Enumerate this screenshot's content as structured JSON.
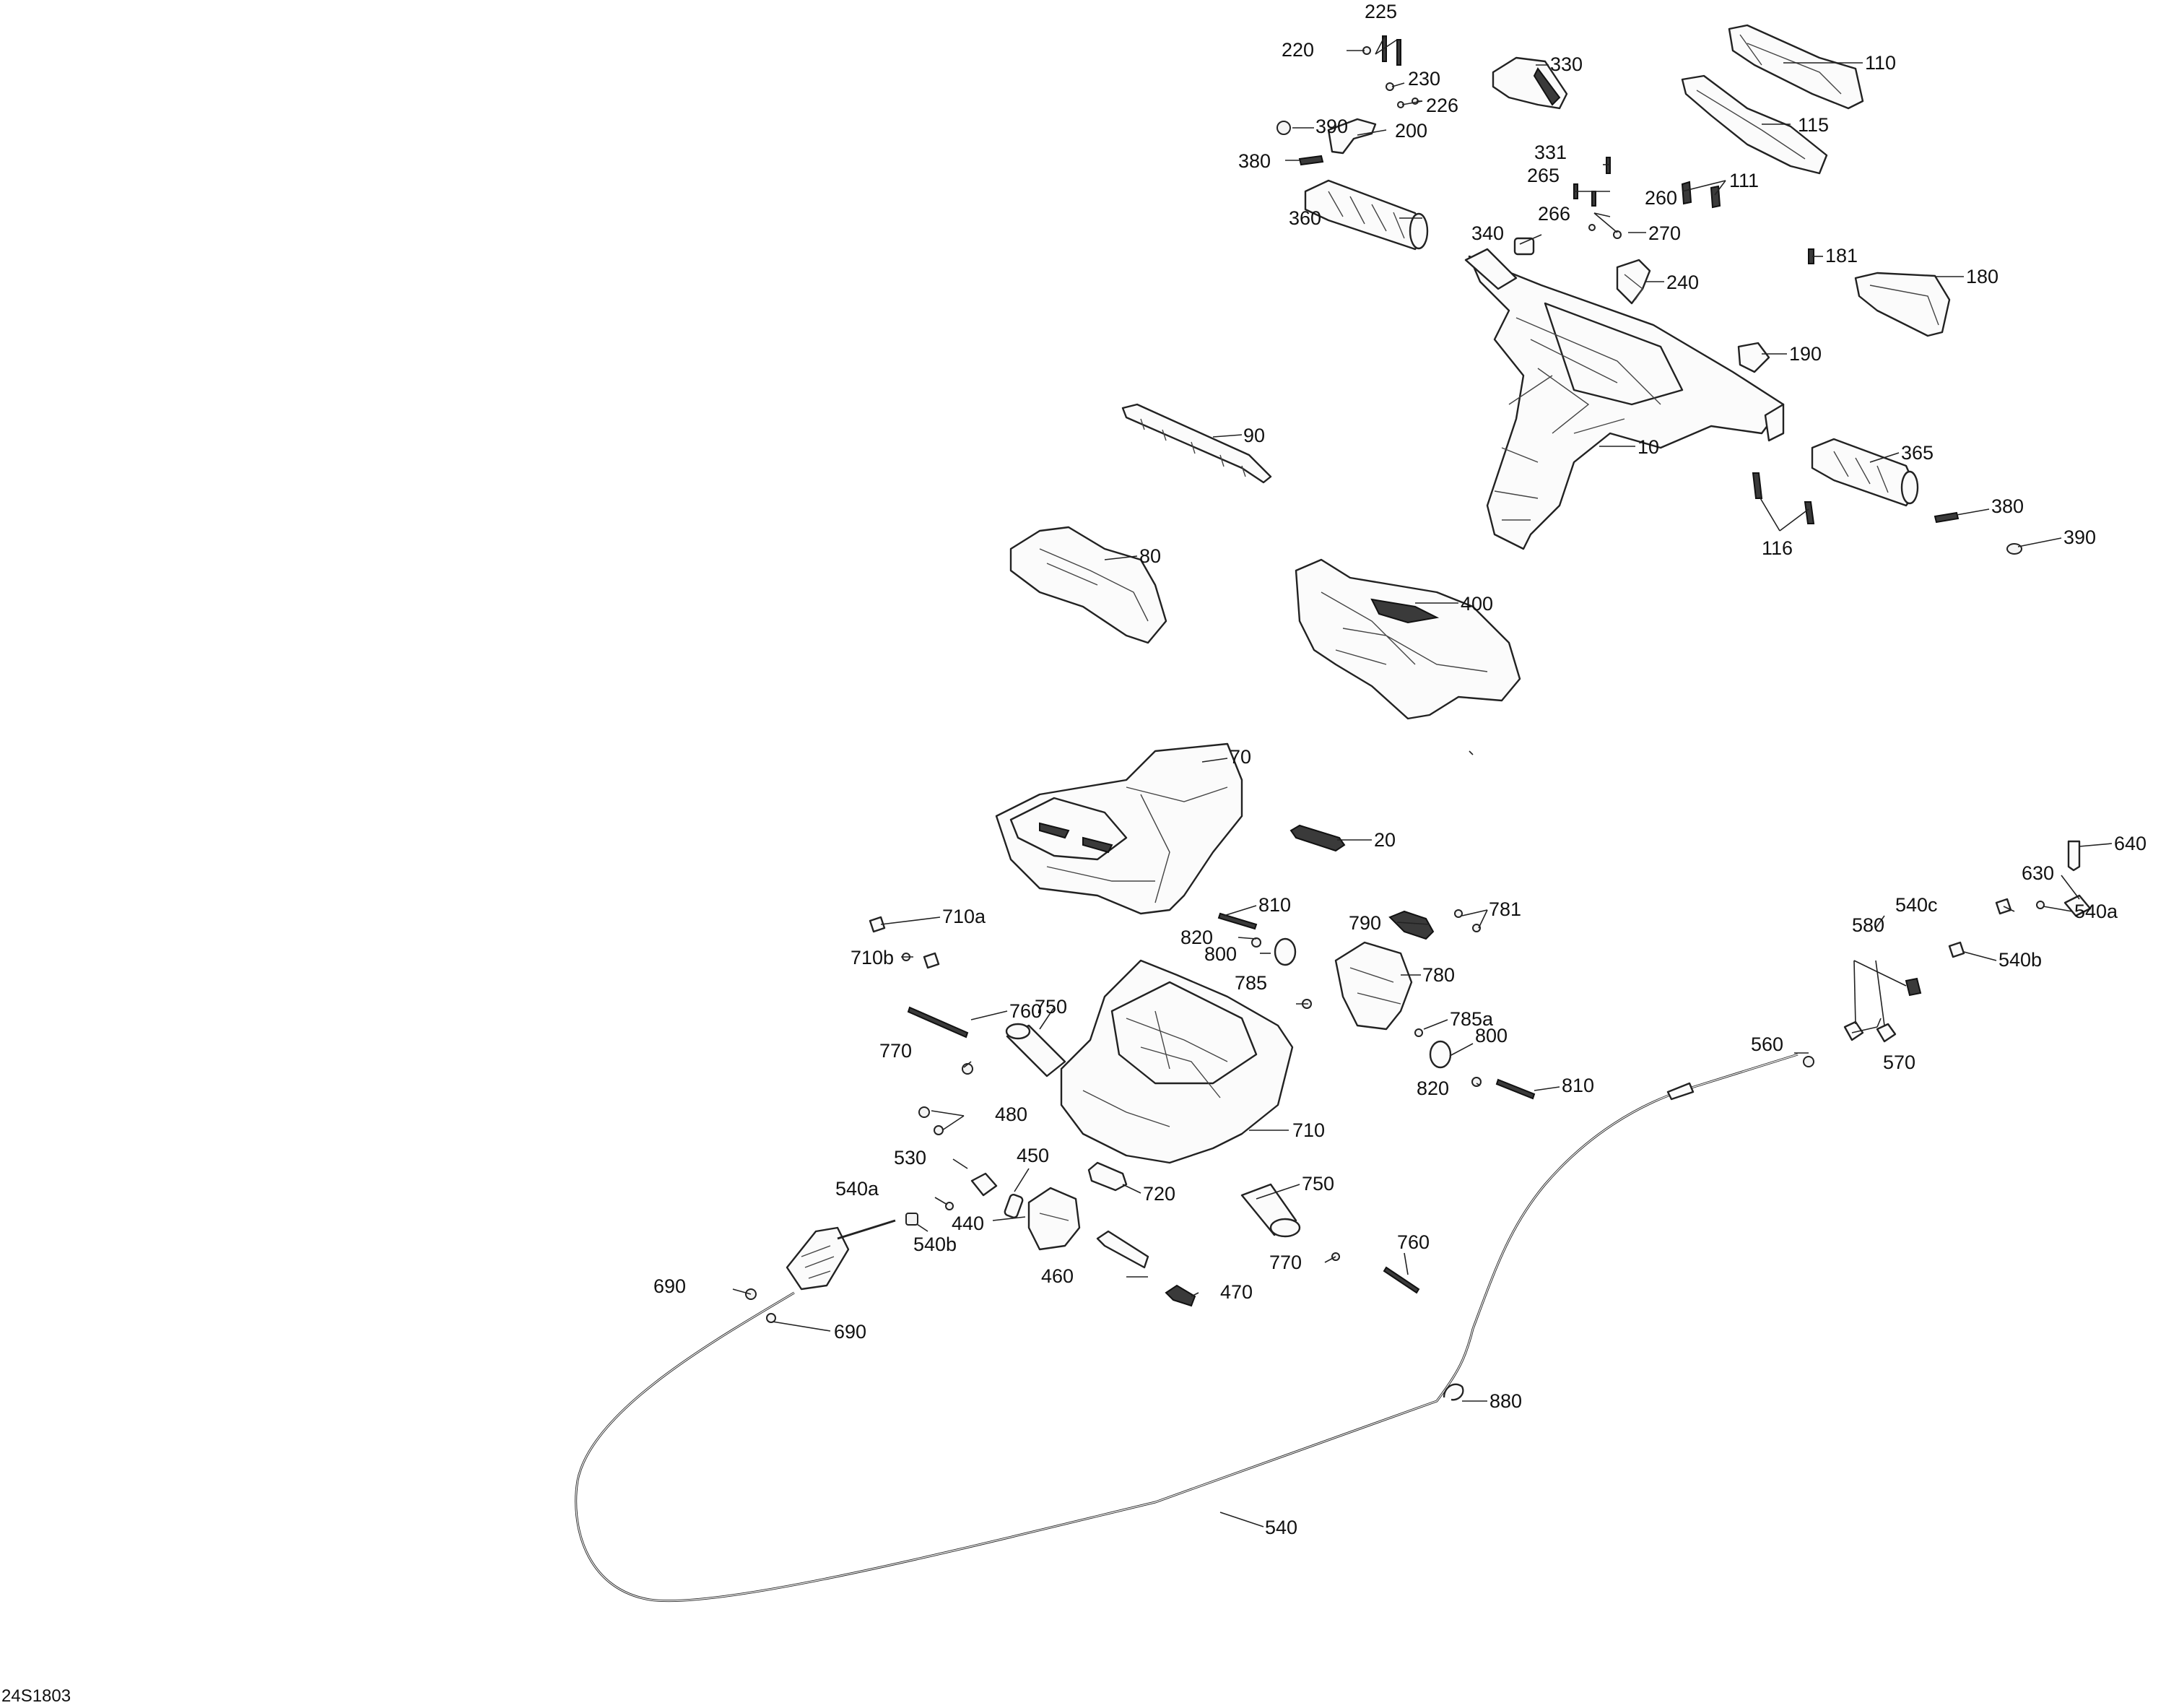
{
  "diagram": {
    "id": "24S1803",
    "callouts": [
      {
        "key": "225",
        "label": "225"
      },
      {
        "key": "220",
        "label": "220"
      },
      {
        "key": "230",
        "label": "230"
      },
      {
        "key": "330",
        "label": "330"
      },
      {
        "key": "110",
        "label": "110"
      },
      {
        "key": "226",
        "label": "226"
      },
      {
        "key": "390a",
        "label": "390"
      },
      {
        "key": "200",
        "label": "200"
      },
      {
        "key": "115",
        "label": "115"
      },
      {
        "key": "380a",
        "label": "380"
      },
      {
        "key": "331",
        "label": "331"
      },
      {
        "key": "265",
        "label": "265"
      },
      {
        "key": "111",
        "label": "111"
      },
      {
        "key": "260",
        "label": "260"
      },
      {
        "key": "266",
        "label": "266"
      },
      {
        "key": "360",
        "label": "360"
      },
      {
        "key": "270",
        "label": "270"
      },
      {
        "key": "340",
        "label": "340"
      },
      {
        "key": "181",
        "label": "181"
      },
      {
        "key": "180",
        "label": "180"
      },
      {
        "key": "240",
        "label": "240"
      },
      {
        "key": "190",
        "label": "190"
      },
      {
        "key": "90",
        "label": "90"
      },
      {
        "key": "10",
        "label": "10"
      },
      {
        "key": "365",
        "label": "365"
      },
      {
        "key": "380b",
        "label": "380"
      },
      {
        "key": "116",
        "label": "116"
      },
      {
        "key": "390b",
        "label": "390"
      },
      {
        "key": "80",
        "label": "80"
      },
      {
        "key": "400",
        "label": "400"
      },
      {
        "key": "70",
        "label": "70"
      },
      {
        "key": "20",
        "label": "20"
      },
      {
        "key": "640",
        "label": "640"
      },
      {
        "key": "630",
        "label": "630"
      },
      {
        "key": "540c",
        "label": "540c"
      },
      {
        "key": "540a_r",
        "label": "540a"
      },
      {
        "key": "580",
        "label": "580"
      },
      {
        "key": "540b_r",
        "label": "540b"
      },
      {
        "key": "710a",
        "label": "710a"
      },
      {
        "key": "810a",
        "label": "810"
      },
      {
        "key": "781",
        "label": "781"
      },
      {
        "key": "790",
        "label": "790"
      },
      {
        "key": "820a",
        "label": "820"
      },
      {
        "key": "710b",
        "label": "710b"
      },
      {
        "key": "800a",
        "label": "800"
      },
      {
        "key": "780",
        "label": "780"
      },
      {
        "key": "785",
        "label": "785"
      },
      {
        "key": "760a",
        "label": "760"
      },
      {
        "key": "750a",
        "label": "750"
      },
      {
        "key": "785a",
        "label": "785a"
      },
      {
        "key": "560",
        "label": "560"
      },
      {
        "key": "770a",
        "label": "770"
      },
      {
        "key": "800b",
        "label": "800"
      },
      {
        "key": "570",
        "label": "570"
      },
      {
        "key": "820b",
        "label": "820"
      },
      {
        "key": "810b",
        "label": "810"
      },
      {
        "key": "480",
        "label": "480"
      },
      {
        "key": "710",
        "label": "710"
      },
      {
        "key": "530",
        "label": "530"
      },
      {
        "key": "450",
        "label": "450"
      },
      {
        "key": "750b",
        "label": "750"
      },
      {
        "key": "540a_l",
        "label": "540a"
      },
      {
        "key": "720",
        "label": "720"
      },
      {
        "key": "440",
        "label": "440"
      },
      {
        "key": "540b_l",
        "label": "540b"
      },
      {
        "key": "760b",
        "label": "760"
      },
      {
        "key": "770b",
        "label": "770"
      },
      {
        "key": "690a",
        "label": "690"
      },
      {
        "key": "460",
        "label": "460"
      },
      {
        "key": "470",
        "label": "470"
      },
      {
        "key": "690b",
        "label": "690"
      },
      {
        "key": "880",
        "label": "880"
      },
      {
        "key": "540",
        "label": "540"
      }
    ]
  }
}
